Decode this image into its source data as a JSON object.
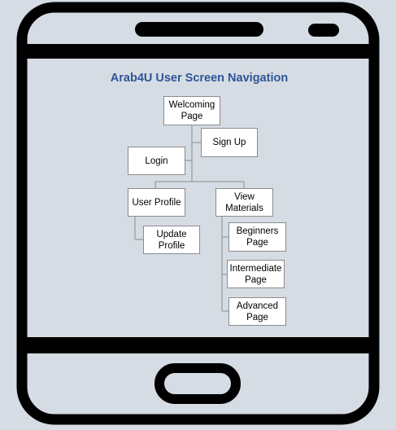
{
  "diagram": {
    "title": "Arab4U User Screen Navigation",
    "nodes": {
      "welcoming": "Welcoming Page",
      "signup": "Sign Up",
      "login": "Login",
      "user_profile": "User Profile",
      "update_profile": "Update Profile",
      "view_materials": "View Materials",
      "beginners": "Beginners Page",
      "intermediate": "Intermediate Page",
      "advanced": "Advanced Page"
    },
    "edges": [
      [
        "welcoming",
        "signup"
      ],
      [
        "welcoming",
        "login"
      ],
      [
        "welcoming",
        "user_profile"
      ],
      [
        "welcoming",
        "view_materials"
      ],
      [
        "user_profile",
        "update_profile"
      ],
      [
        "view_materials",
        "beginners"
      ],
      [
        "view_materials",
        "intermediate"
      ],
      [
        "view_materials",
        "advanced"
      ]
    ]
  },
  "colors": {
    "screen_bg": "#d6dce4",
    "phone_frame": "#000000",
    "title": "#2f5597",
    "node_border": "#8c8c8c",
    "connector": "#8c8c8c"
  }
}
